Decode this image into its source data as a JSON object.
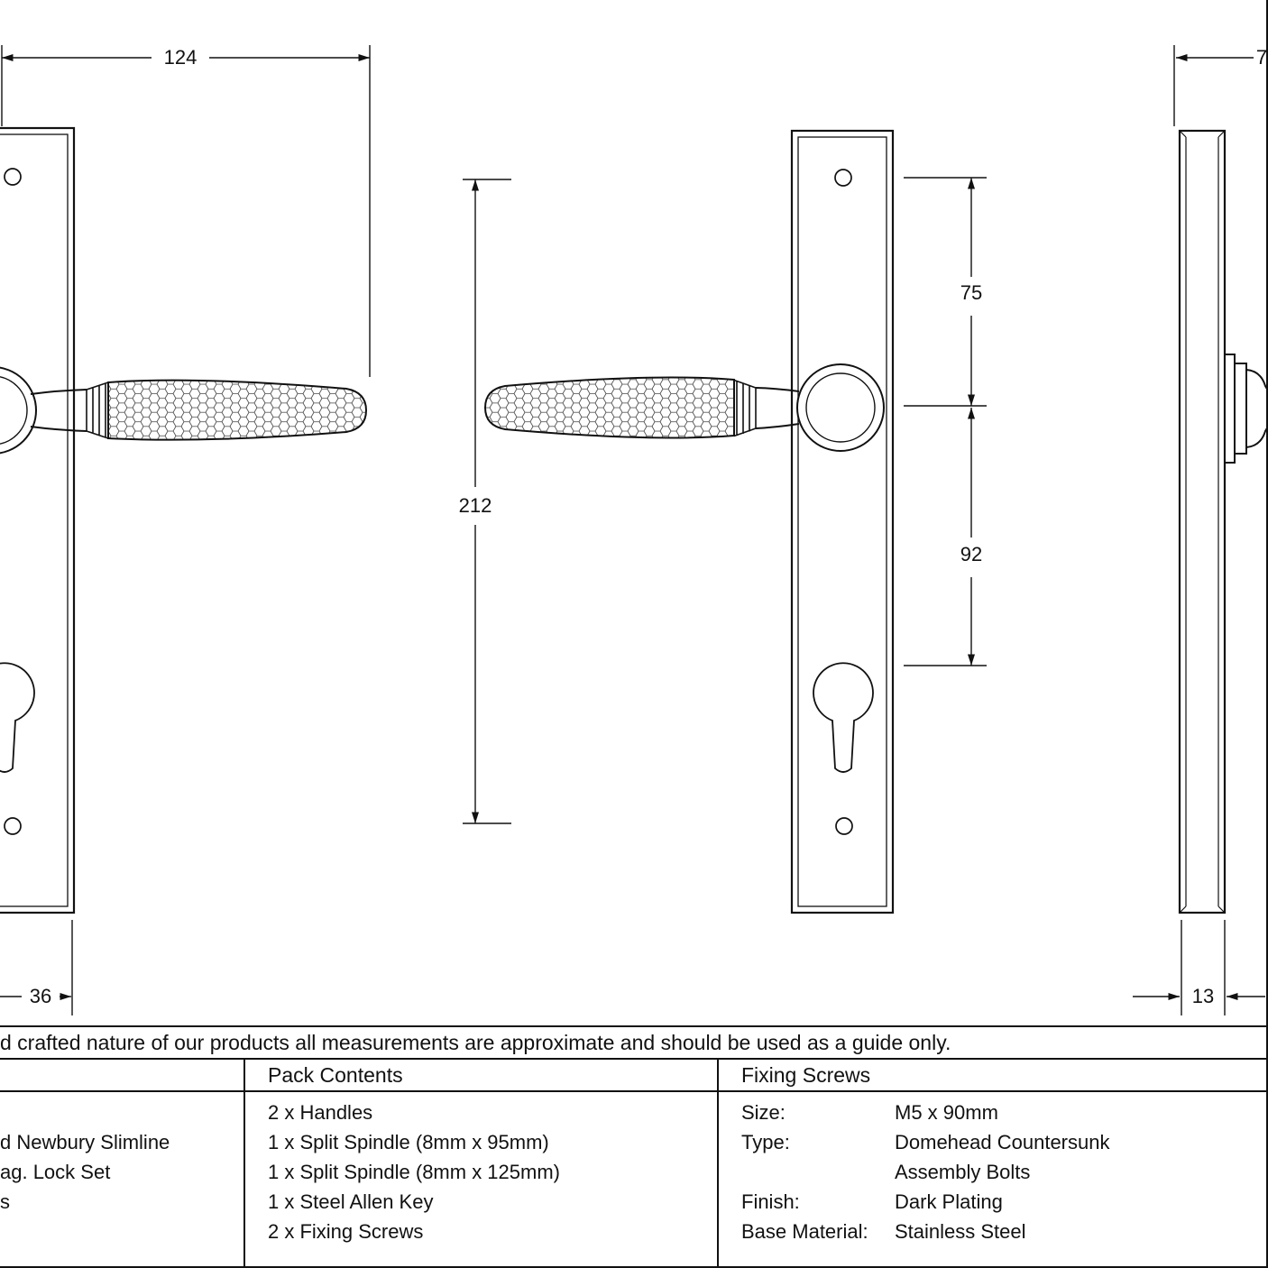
{
  "note": "d crafted nature of our products all measurements are approximate and should be used as a guide only.",
  "dimensions": {
    "handle_length": "124",
    "plate_height": "212",
    "top_screw_to_handle": "75",
    "handle_to_cylinder": "92",
    "plate_width": "36",
    "side_top": "7",
    "plate_depth": "13"
  },
  "table": {
    "product": {
      "line1": "d Newbury Slimline",
      "line2": "ag. Lock Set",
      "line3": "s"
    },
    "pack_contents": {
      "header": "Pack Contents",
      "items": [
        "2 x Handles",
        "1 x Split Spindle (8mm x 95mm)",
        "1 x Split Spindle (8mm x 125mm)",
        "1 x Steel Allen Key",
        "2 x Fixing Screws"
      ]
    },
    "fixing_screws": {
      "header": "Fixing Screws",
      "rows": [
        {
          "label": "Size:",
          "value": "M5 x 90mm"
        },
        {
          "label": "Type:",
          "value": "Domehead Countersunk"
        },
        {
          "label": "",
          "value": "Assembly Bolts"
        },
        {
          "label": "Finish:",
          "value": "Dark Plating"
        },
        {
          "label": "Base Material:",
          "value": "Stainless Steel"
        }
      ]
    }
  }
}
